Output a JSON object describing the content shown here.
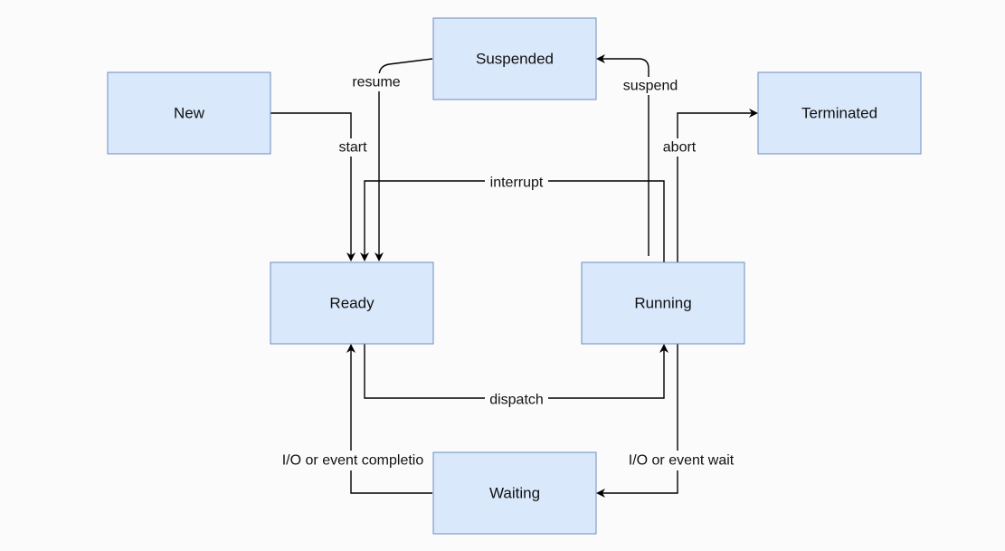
{
  "diagram": {
    "type": "state-transition",
    "colors": {
      "node_fill": "#dae8fc",
      "node_stroke": "#6c8ebf",
      "edge": "#000000",
      "background": "#fbfbfb"
    },
    "nodes": {
      "new": "New",
      "suspended": "Suspended",
      "terminated": "Terminated",
      "ready": "Ready",
      "running": "Running",
      "waiting": "Waiting"
    },
    "edges": {
      "start": {
        "from": "New",
        "to": "Ready",
        "label": "start"
      },
      "resume": {
        "from": "Suspended",
        "to": "Ready",
        "label": "resume"
      },
      "suspend": {
        "from": "Running",
        "to": "Suspended",
        "label": "suspend"
      },
      "abort": {
        "from": "Running",
        "to": "Terminated",
        "label": "abort"
      },
      "interrupt": {
        "from": "Running",
        "to": "Ready",
        "label": "interrupt"
      },
      "dispatch": {
        "from": "Ready",
        "to": "Running",
        "label": "dispatch"
      },
      "io_wait": {
        "from": "Running",
        "to": "Waiting",
        "label": "I/O or event wait"
      },
      "io_completion": {
        "from": "Waiting",
        "to": "Ready",
        "label": "I/O or event completio"
      }
    }
  }
}
